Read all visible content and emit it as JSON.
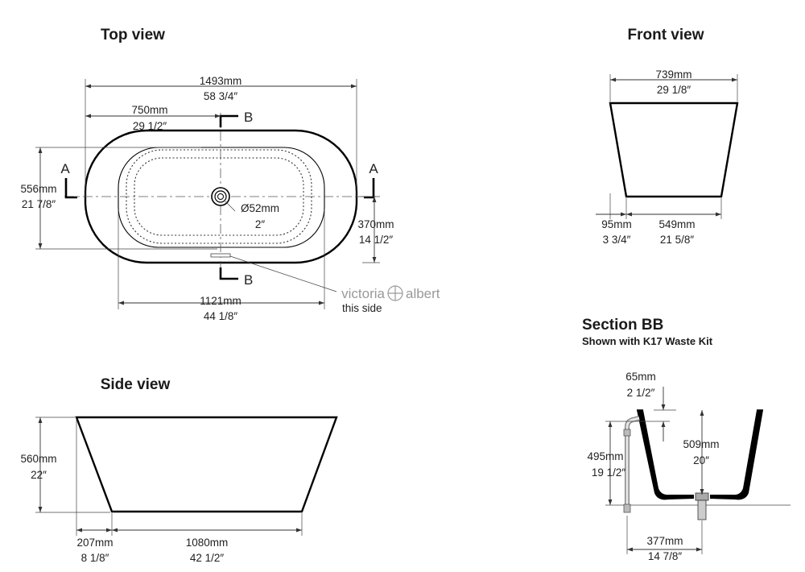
{
  "top_view": {
    "title": "Top view",
    "overall_length": {
      "mm": "1493mm",
      "in": "58 3/4″"
    },
    "to_centre": {
      "mm": "750mm",
      "in": "29 1/2″"
    },
    "overall_width": {
      "mm": "556mm",
      "in": "21 7/8″"
    },
    "waste_diameter": {
      "mm": "Ø52mm",
      "in": "2″"
    },
    "waste_offset": {
      "mm": "370mm",
      "in": "14 1/2″"
    },
    "inner_length": {
      "mm": "1121mm",
      "in": "44 1/8″"
    },
    "section_a": "A",
    "section_b": "B",
    "brand_left": "victoria",
    "brand_right": "albert",
    "brand_note": "this side"
  },
  "front_view": {
    "title": "Front view",
    "top_width": {
      "mm": "739mm",
      "in": "29 1/8″"
    },
    "flare": {
      "mm": "95mm",
      "in": "3 3/4″"
    },
    "base_width": {
      "mm": "549mm",
      "in": "21 5/8″"
    }
  },
  "side_view": {
    "title": "Side view",
    "height": {
      "mm": "560mm",
      "in": "22″"
    },
    "flare": {
      "mm": "207mm",
      "in": "8 1/8″"
    },
    "base_length": {
      "mm": "1080mm",
      "in": "42 1/2″"
    }
  },
  "section_bb": {
    "title": "Section BB",
    "subtitle": "Shown with K17 Waste Kit",
    "overflow_drop": {
      "mm": "65mm",
      "in": "2 1/2″"
    },
    "overflow_height": {
      "mm": "495mm",
      "in": "19 1/2″"
    },
    "depth": {
      "mm": "509mm",
      "in": "20″"
    },
    "waste_to_pipe": {
      "mm": "377mm",
      "in": "14 7/8″"
    }
  }
}
